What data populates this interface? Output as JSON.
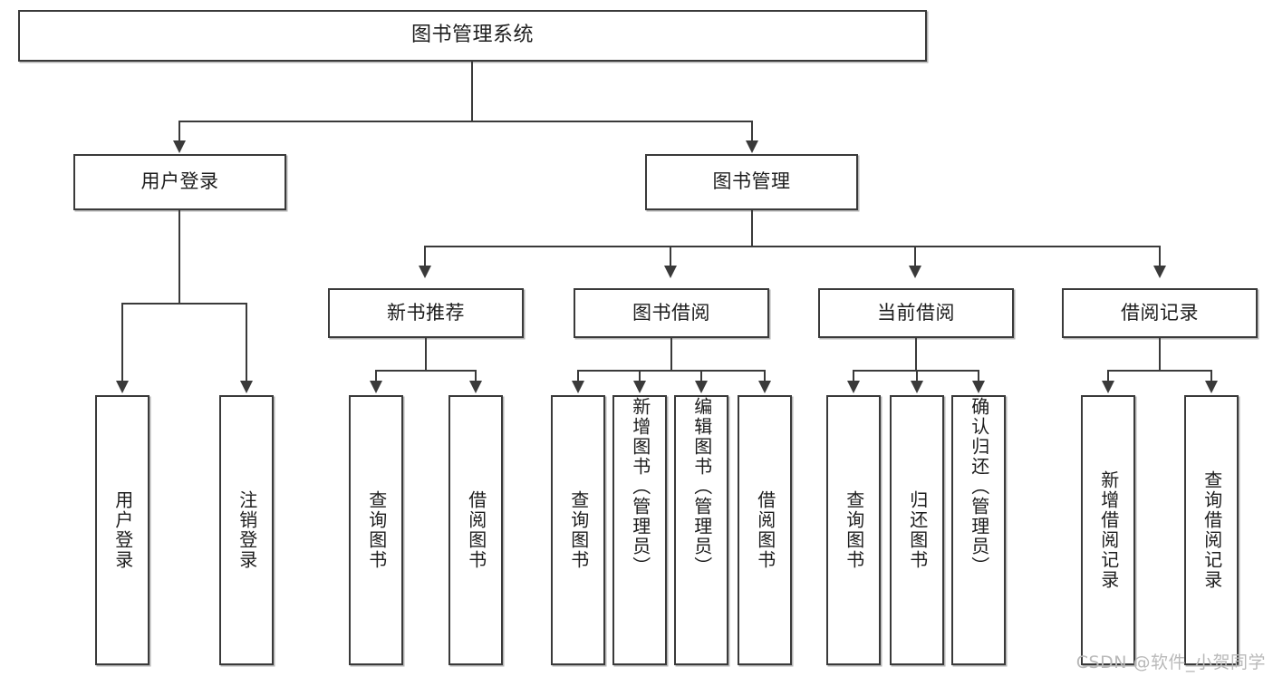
{
  "diagram": {
    "title": "图书管理系统",
    "type": "tree-hierarchy",
    "watermark": "CSDN @软件_小贺同学",
    "root": {
      "label": "图书管理系统"
    },
    "level1": [
      {
        "label": "用户登录"
      },
      {
        "label": "图书管理"
      }
    ],
    "level2": [
      {
        "label": "新书推荐"
      },
      {
        "label": "图书借阅"
      },
      {
        "label": "当前借阅"
      },
      {
        "label": "借阅记录"
      }
    ],
    "leaves": {
      "user_login": [
        {
          "label": "用户登录"
        },
        {
          "label": "注销登录"
        }
      ],
      "new_book_recommend": [
        {
          "label": "查询图书"
        },
        {
          "label": "借阅图书"
        }
      ],
      "book_borrow": [
        {
          "label": "查询图书"
        },
        {
          "label": "新增图书（管理员）"
        },
        {
          "label": "编辑图书（管理员）"
        },
        {
          "label": "借阅图书"
        }
      ],
      "current_borrow": [
        {
          "label": "查询图书"
        },
        {
          "label": "归还图书"
        },
        {
          "label": "确认归还（管理员）"
        }
      ],
      "borrow_record": [
        {
          "label": "新增借阅记录"
        },
        {
          "label": "查询借阅记录"
        }
      ]
    },
    "colors": {
      "stroke": "#3a3a3a",
      "fill": "#ffffff",
      "text": "#1d1d1d",
      "watermark": "#b9b9b9"
    }
  }
}
